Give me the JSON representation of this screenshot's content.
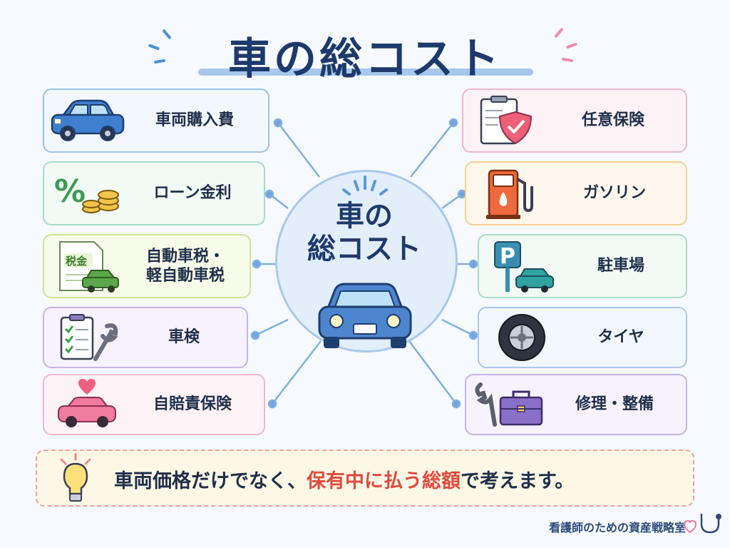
{
  "title": "車の総コスト",
  "center": {
    "line1": "車の",
    "line2": "総コスト"
  },
  "left_items": [
    {
      "label": "車両購入費",
      "icon": "blue-car-icon"
    },
    {
      "label": "ローン金利",
      "icon": "percent-coins-icon"
    },
    {
      "label_line1": "自動車税・",
      "label_line2": "軽自動車税",
      "icon": "tax-document-car-icon",
      "icon_text": "税金"
    },
    {
      "label": "車検",
      "icon": "checklist-wrench-icon"
    },
    {
      "label": "自賠責保険",
      "icon": "heart-car-icon"
    }
  ],
  "right_items": [
    {
      "label": "任意保険",
      "icon": "shield-clipboard-icon"
    },
    {
      "label": "ガソリン",
      "icon": "fuel-pump-icon"
    },
    {
      "label": "駐車場",
      "icon": "parking-sign-icon",
      "icon_text": "P"
    },
    {
      "label": "タイヤ",
      "icon": "tire-icon"
    },
    {
      "label": "修理・整備",
      "icon": "wrench-toolbox-icon"
    }
  ],
  "banner": {
    "part1": "車両価格だけでなく、",
    "highlight": "保有中に払う総額",
    "part2": "で考えます。",
    "icon": "lightbulb-icon"
  },
  "credit": "看護師のための資産戦略室",
  "colors": {
    "title": "#1d3a6c",
    "highlight": "#e14a3f",
    "connector": "#7fb0e3",
    "card_borders": [
      "#9cc3ee",
      "#a8dcc6",
      "#cfe49a",
      "#c8b4e6",
      "#f2b6cf",
      "#f2b6cf",
      "#f6cf8f",
      "#a8dcc6",
      "#a9c8ec",
      "#c8b4e6"
    ]
  }
}
